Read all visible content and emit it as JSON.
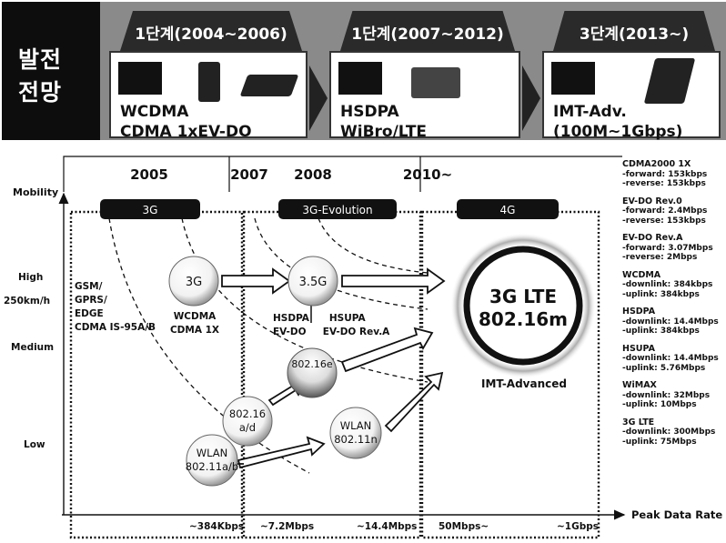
{
  "banner": {
    "side_line1": "발전",
    "side_line2": "전망",
    "stages": [
      {
        "title": "1단계(2004~2006)",
        "line1": "WCDMA",
        "line2": "CDMA 1xEV-DO"
      },
      {
        "title": "1단계(2007~2012)",
        "line1": "HSDPA",
        "line2": "WiBro/LTE"
      },
      {
        "title": "3단계(2013~)",
        "line1": "IMT-Adv.",
        "line2": "(100M~1Gbps)"
      }
    ]
  },
  "diagram": {
    "years": [
      "2005",
      "2007",
      "2008",
      "2010~"
    ],
    "axis_y_title": "Mobility",
    "axis_x_title": "Peak Data Rate",
    "mobility_levels": [
      "High",
      "250km/h",
      "Medium",
      "Low"
    ],
    "generations": [
      "3G",
      "3G-Evolution",
      "4G"
    ],
    "rates": [
      "~384Kbps",
      "~7.2Mbps",
      "~14.4Mbps",
      "50Mbps~",
      "~1Gbps"
    ],
    "legacy_tech": [
      "GSM/",
      "GPRS/",
      "EDGE",
      "CDMA IS-95A/B"
    ],
    "nodes": {
      "n3g": "3G",
      "n3g_label1": "WCDMA",
      "n3g_label2": "CDMA 1X",
      "n35g": "3.5G",
      "n35g_label1": "HSDPA      HSUPA",
      "n35g_label2": "EV-DO     EV-DO Rev.A",
      "n80216e": "802.16e",
      "n80216ad_1": "802.16",
      "n80216ad_2": "a/d",
      "wlan_ab_1": "WLAN",
      "wlan_ab_2": "802.11a/b",
      "wlan_n_1": "WLAN",
      "wlan_n_2": "802.11n",
      "lte_1": "3G LTE",
      "lte_2": "802.16m",
      "imt_adv": "IMT-Advanced"
    }
  },
  "notes": [
    {
      "title": "CDMA2000 1X",
      "lines": [
        "-forward: 153kbps",
        "-reverse: 153kbps"
      ]
    },
    {
      "title": "EV-DO Rev.0",
      "lines": [
        "-forward: 2.4Mbps",
        "-reverse: 153kbps"
      ]
    },
    {
      "title": "EV-DO Rev.A",
      "lines": [
        "-forward: 3.07Mbps",
        "-reverse: 2Mbps"
      ]
    },
    {
      "title": "WCDMA",
      "lines": [
        "-downlink: 384kbps",
        "-uplink: 384kbps"
      ]
    },
    {
      "title": "HSDPA",
      "lines": [
        "-downlink: 14.4Mbps",
        "-uplink: 384kbps"
      ]
    },
    {
      "title": "HSUPA",
      "lines": [
        "-downlink: 14.4Mbps",
        "-uplink: 5.76Mbps"
      ]
    },
    {
      "title": "WiMAX",
      "lines": [
        "-downlink: 32Mbps",
        "-uplink: 10Mbps"
      ]
    },
    {
      "title": "3G LTE",
      "lines": [
        "-downlink: 300Mbps",
        "-uplink: 75Mbps"
      ]
    }
  ]
}
